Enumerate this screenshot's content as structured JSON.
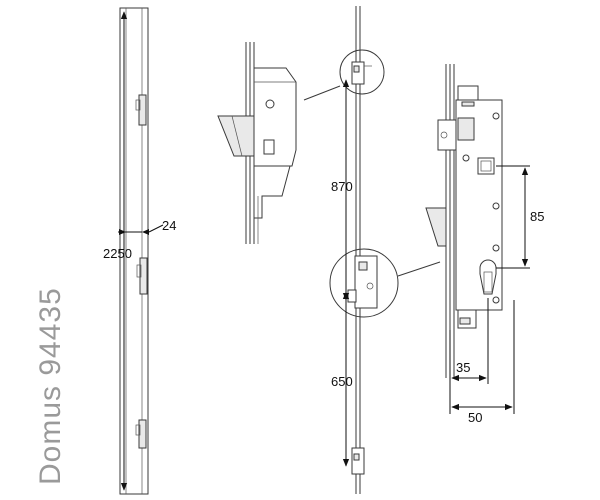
{
  "product_label": "Domus 94435",
  "dimensions": {
    "total_length": "2250",
    "faceplate_width": "24",
    "upper_spacing": "870",
    "lower_spacing": "650",
    "centre_distance": "85",
    "backset": "35",
    "case_depth": "50"
  }
}
